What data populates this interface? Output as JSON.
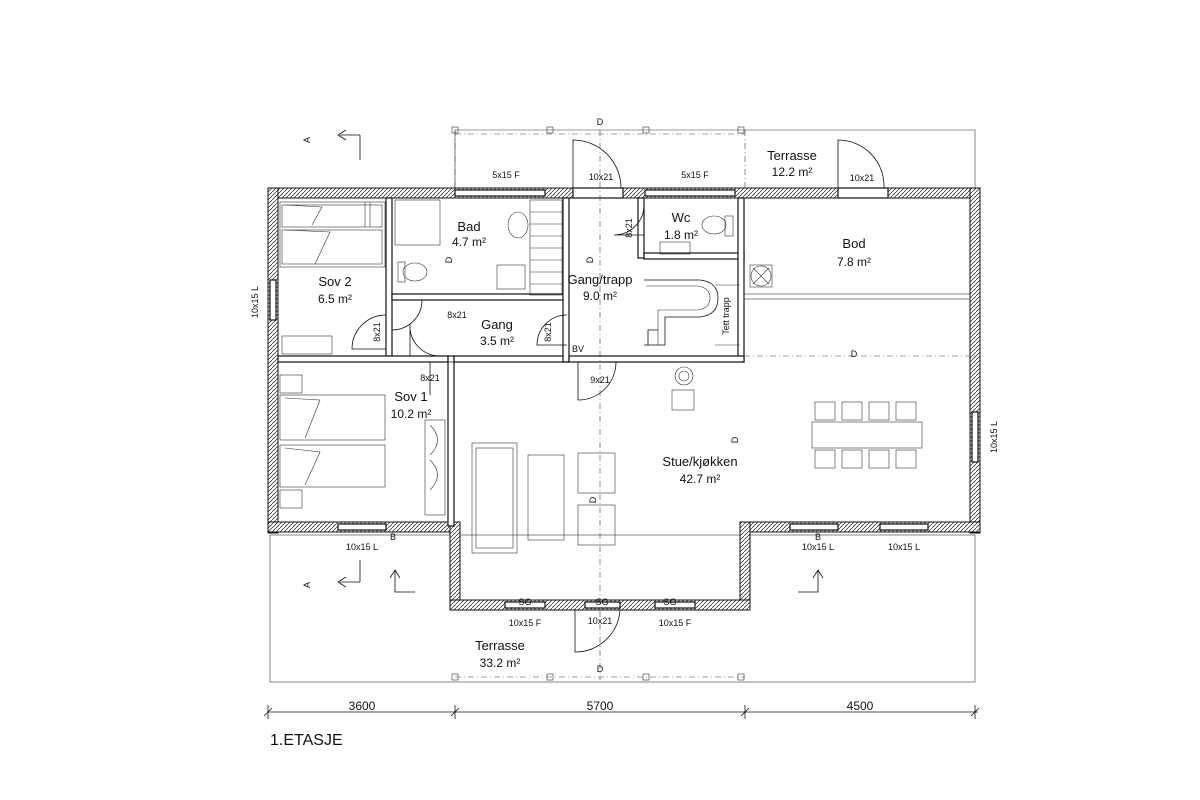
{
  "drawing": {
    "title": "1.ETASJE"
  },
  "rooms": {
    "bad": {
      "name": "Bad",
      "area": "4.7 m²"
    },
    "wc": {
      "name": "Wc",
      "area": "1.8 m²"
    },
    "bod": {
      "name": "Bod",
      "area": "7.8 m²"
    },
    "sov2": {
      "name": "Sov 2",
      "area": "6.5 m²"
    },
    "gangtrapp": {
      "name": "Gang/trapp",
      "area": "9.0 m²"
    },
    "gang": {
      "name": "Gang",
      "area": "3.5 m²"
    },
    "sov1": {
      "name": "Sov 1",
      "area": "10.2 m²"
    },
    "stue": {
      "name": "Stue/kjøkken",
      "area": "42.7 m²"
    },
    "terrasse_top": {
      "name": "Terrasse",
      "area": "12.2 m²"
    },
    "terrasse_bottom": {
      "name": "Terrasse",
      "area": "33.2 m²"
    }
  },
  "labels": {
    "win_top_left": "5x15 F",
    "win_top_mid": "5x15 F",
    "door_top_main": "10x21",
    "door_top_terrasse": "10x21",
    "door_wc": "8x21",
    "door_sov2": "8x21",
    "door_gang_left": "8x21",
    "door_gang_right": "8x21",
    "door_sov1": "8x21",
    "door_stue": "9x21",
    "door_bottom": "10x21",
    "win_left": "10x15 L",
    "win_right": "10x15 L",
    "win_bottom_left": "10x15 L",
    "win_bottom_r1": "10x15 L",
    "win_bottom_r2": "10x15 L",
    "win_front_left": "10x15 F",
    "win_front_right": "10x15 F",
    "sg1": "SG",
    "sg2": "SG",
    "sg3": "SG",
    "bv": "BV",
    "tett_trapp": "Tett trapp",
    "d_top": "D",
    "d_bottom": "D",
    "d_bod": "D",
    "d_bad": "D",
    "d_trapp": "D",
    "d_stue": "D",
    "d_table": "D",
    "a_top": "A",
    "a_bottom": "A",
    "b_left": "B",
    "b_right": "B"
  },
  "dimensions": {
    "seg1": "3600",
    "seg2": "5700",
    "seg3": "4500"
  },
  "colors": {
    "line": "#111111",
    "background": "#ffffff"
  }
}
